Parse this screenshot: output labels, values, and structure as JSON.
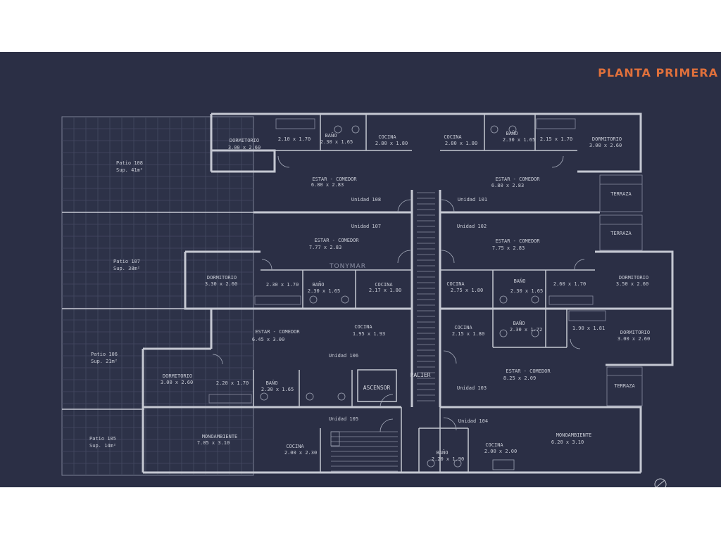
{
  "plan": {
    "title": "PLANTA PRIMERA",
    "watermark": "TONYMAR",
    "colors": {
      "background": "#2b2f45",
      "title": "#e0703b",
      "walls": "#c5c8d2",
      "text": "#c9ccd6"
    },
    "patios": [
      {
        "id": "108",
        "name": "Patio 108",
        "area": "Sup. 41m²"
      },
      {
        "id": "107",
        "name": "Patio 107",
        "area": "Sup. 38m²"
      },
      {
        "id": "106",
        "name": "Patio 106",
        "area": "Sup. 21m²"
      },
      {
        "id": "105",
        "name": "Patio 105",
        "area": "Sup. 14m²"
      }
    ],
    "terrazas": [
      "TERRAZA",
      "TERRAZA",
      "TERRAZA"
    ],
    "units": {
      "u108": {
        "label": "Unidad 108",
        "dorm": "DORMITORIO",
        "dorm_dim": "3.00 x 2.60",
        "closet_dim": "2.10 x 1.70",
        "bano": "BAÑO",
        "bano_dim": "2.30 x 1.65",
        "cocina": "COCINA",
        "cocina_dim": "2.80 x 1.80",
        "estar": "ESTAR - COMEDOR",
        "estar_dim": "6.80 x 2.83"
      },
      "u101": {
        "label": "Unidad 101",
        "dorm": "DORMITORIO",
        "dorm_dim": "3.00 x 2.60",
        "closet_dim": "2.15 x 1.70",
        "bano": "BAÑO",
        "bano_dim": "2.30 x 1.65",
        "cocina": "COCINA",
        "cocina_dim": "2.80 x 1.80",
        "estar": "ESTAR - COMEDOR",
        "estar_dim": "6.80 x 2.83"
      },
      "u107": {
        "label": "Unidad 107",
        "dorm": "DORMITORIO",
        "dorm_dim": "3.30 x 2.60",
        "closet_dim": "2.30 x 1.70",
        "bano": "BAÑO",
        "bano_dim": "2.30 x 1.65",
        "cocina": "COCINA",
        "cocina_dim": "2.17 x 1.80",
        "estar": "ESTAR - COMEDOR",
        "estar_dim": "7.77 x 2.83"
      },
      "u102": {
        "label": "Unidad 102",
        "dorm": "DORMITORIO",
        "dorm_dim": "3.50 x 2.60",
        "closet_dim": "2.60 x 1.70",
        "bano": "BAÑO",
        "bano_dim": "2.30 x 1.65",
        "cocina": "COCINA",
        "cocina_dim": "2.75 x 1.80",
        "estar": "ESTAR - COMEDOR",
        "estar_dim": "7.75 x 2.83"
      },
      "u106": {
        "label": "Unidad 106",
        "dorm": "DORMITORIO",
        "dorm_dim": "3.00 x 2.60",
        "closet_dim": "2.20 x 1.70",
        "bano": "BAÑO",
        "bano_dim": "2.30 x 1.65",
        "cocina": "COCINA",
        "cocina_dim": "1.95 x 1.93",
        "estar": "ESTAR - COMEDOR",
        "estar_dim": "6.45 x 3.00"
      },
      "u103": {
        "label": "Unidad 103",
        "dorm": "DORMITORIO",
        "dorm_dim": "3.00 x 2.60",
        "closet_dim": "1.90 x 1.81",
        "bano": "BAÑO",
        "bano_dim": "2.30 x 1.72",
        "cocina": "COCINA",
        "cocina_dim": "2.15 x 1.80",
        "estar": "ESTAR - COMEDOR",
        "estar_dim": "8.25 x 2.09"
      },
      "u105": {
        "label": "Unidad 105",
        "mono": "MONOAMBIENTE",
        "mono_dim": "7.05 x 3.10",
        "cocina": "COCINA",
        "cocina_dim": "2.00 x 2.30"
      },
      "u104": {
        "label": "Unidad 104",
        "mono": "MONOAMBIENTE",
        "mono_dim": "6.20 x 3.10",
        "bano": "BAÑO",
        "bano_dim": "2.20 x 1.90",
        "cocina": "COCINA",
        "cocina_dim": "2.00 x 2.00"
      }
    },
    "core": {
      "palier": "PALIER",
      "ascensor": "ASCENSOR"
    }
  }
}
